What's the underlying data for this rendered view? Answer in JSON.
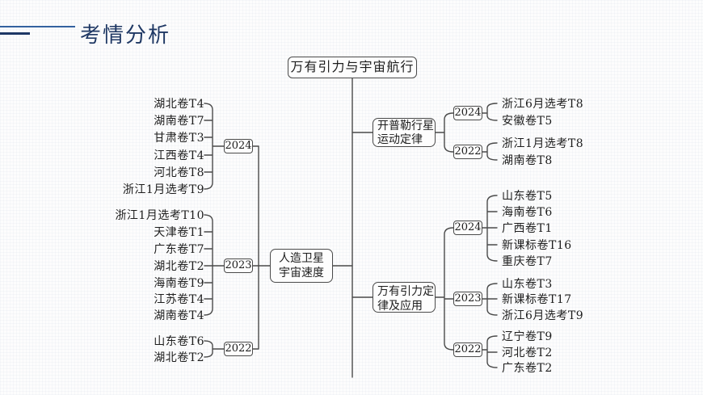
{
  "header": {
    "title": "考情分析"
  },
  "colors": {
    "title_text": "#1f3864",
    "rule_primary": "#33619f",
    "rule_accent": "#1e3765",
    "diagram_stroke": "#4a4a4a",
    "diagram_text": "#1d1d1d"
  },
  "diagram": {
    "root": {
      "label": "万有引力与宇宙航行"
    },
    "branches": [
      {
        "label_line1": "人造卫星",
        "label_line2": "宇宙速度",
        "groups": [
          {
            "year": "2024",
            "items": [
              "湖北卷T4",
              "湖南卷T7",
              "甘肃卷T3",
              "江西卷T4",
              "河北卷T8",
              "浙江1月选考T9"
            ]
          },
          {
            "year": "2023",
            "items": [
              "浙江1月选考T10",
              "天津卷T1",
              "广东卷T7",
              "湖北卷T2",
              "海南卷T9",
              "江苏卷T4",
              "湖南卷T4"
            ]
          },
          {
            "year": "2022",
            "items": [
              "山东卷T6",
              "湖北卷T2"
            ]
          }
        ]
      },
      {
        "label_line1": "开普勒行星",
        "label_line2": "运动定律",
        "groups": [
          {
            "year": "2024",
            "items": [
              "浙江6月选考T8",
              "安徽卷T5"
            ]
          },
          {
            "year": "2022",
            "items": [
              "浙江1月选考T8",
              "湖南卷T8"
            ]
          }
        ]
      },
      {
        "label_line1": "万有引力定",
        "label_line2": "律及应用",
        "groups": [
          {
            "year": "2024",
            "items": [
              "山东卷T5",
              "海南卷T6",
              "广西卷T1",
              "新课标卷T16",
              "重庆卷T7"
            ]
          },
          {
            "year": "2023",
            "items": [
              "山东卷T3",
              "新课标卷T17",
              "浙江6月选考T9"
            ]
          },
          {
            "year": "2022",
            "items": [
              "辽宁卷T9",
              "河北卷T2",
              "广东卷T2"
            ]
          }
        ]
      }
    ]
  }
}
